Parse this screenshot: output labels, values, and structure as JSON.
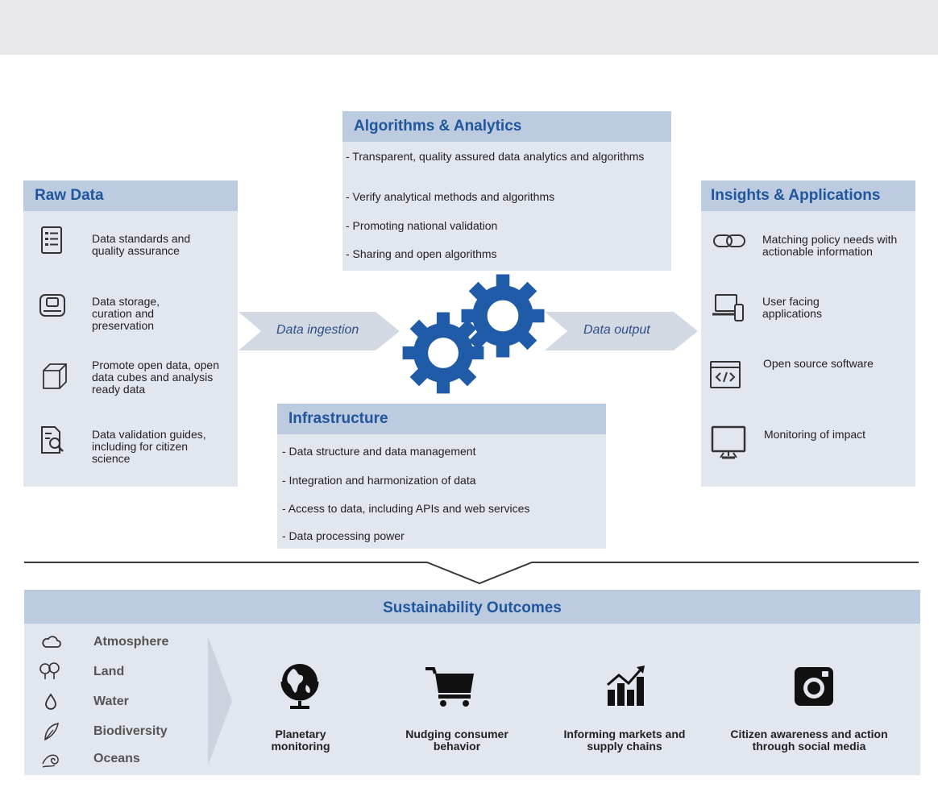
{
  "raw_data": {
    "title": "Raw Data",
    "items": [
      {
        "text": "Data standards and quality assurance",
        "icon": "document-list-icon"
      },
      {
        "text": "Data storage, curation and preservation",
        "icon": "hard-drive-icon"
      },
      {
        "text": "Promote open data, open data cubes and analysis ready data",
        "icon": "cube-icon"
      },
      {
        "text": "Data validation guides, including for citizen science",
        "icon": "document-search-icon"
      }
    ]
  },
  "algorithms": {
    "title": "Algorithms & Analytics",
    "bullets": [
      "- Transparent, quality assured data analytics and algorithms",
      "- Verify analytical methods and algorithms",
      "- Promoting national validation",
      "- Sharing and open algorithms"
    ]
  },
  "insights": {
    "title": "Insights & Applications",
    "items": [
      {
        "text": "Matching policy needs with actionable information",
        "icon": "link-icon"
      },
      {
        "text": "User facing applications",
        "icon": "laptop-phone-icon"
      },
      {
        "text": "Open source software",
        "icon": "code-window-icon"
      },
      {
        "text": "Monitoring of impact",
        "icon": "monitor-icon"
      }
    ]
  },
  "infrastructure": {
    "title": "Infrastructure",
    "bullets": [
      "- Data structure and data management",
      "- Integration and harmonization of data",
      "- Access to data, including APIs and web services",
      "- Data processing power"
    ]
  },
  "arrows": {
    "ingestion": "Data ingestion",
    "output": "Data output"
  },
  "outcomes": {
    "title": "Sustainability Outcomes",
    "environment": [
      {
        "label": "Atmosphere",
        "icon": "cloud-icon"
      },
      {
        "label": "Land",
        "icon": "trees-icon"
      },
      {
        "label": "Water",
        "icon": "water-drop-icon"
      },
      {
        "label": "Biodiversity",
        "icon": "leaf-icon"
      },
      {
        "label": "Oceans",
        "icon": "wave-icon"
      }
    ],
    "items": [
      {
        "label": "Planetary monitoring",
        "icon": "globe-icon"
      },
      {
        "label": "Nudging consumer behavior",
        "icon": "shopping-cart-icon"
      },
      {
        "label": "Informing markets and supply chains",
        "icon": "growth-chart-icon"
      },
      {
        "label": "Citizen awareness and action through social media",
        "icon": "camera-social-icon"
      }
    ]
  },
  "colors": {
    "box_bg": "#e1e6ef",
    "title_bg": "#bccbe0",
    "title_text": "#20569c",
    "gear": "#1f5ba6"
  }
}
